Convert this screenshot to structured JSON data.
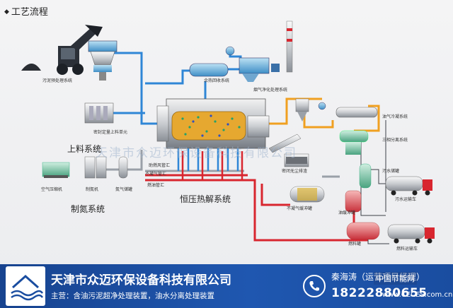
{
  "header": {
    "title": "工艺流程"
  },
  "labels": {
    "pretreat": "污泥预处理系统",
    "feed": "密封定量上料单元",
    "feed_sys": "上料系统",
    "heat_recovery": "余热回收系统",
    "flue_gas": "烟气净化处理系统",
    "oil_cond": "油气冷凝系统",
    "three_phase": "三相分离系统",
    "dirty_tank": "污水储罐",
    "dirty_truck": "污水运输车",
    "combust_pipe": "助燃风管汇",
    "noncond_pipe": "不凝气管汇",
    "fuel_pipe": "燃油管汇",
    "pyrolysis": "恒压热解系统",
    "seal_conv": "密闭无尘排渣",
    "noncond_tank": "不凝气缓冲罐",
    "oil_buffer": "油缓冲罐",
    "fuel_tank": "燃料罐",
    "fuel_truck": "燃料运输车",
    "air_comp": "空气压缩机",
    "nitrogen_mk": "制氮机",
    "n2_tank": "氮气储罐",
    "nitrogen_sys": "制氮系统"
  },
  "watermark": "天津市众迈环保设备科技有限公司",
  "footer": {
    "company": "天津市众迈环保设备科技有限公司",
    "business": "主营：含油污泥超净处理装置，油水分离处理装置",
    "contact": "秦海涛（运营项目经理）",
    "tel": "18222880655",
    "site_mark": "中国节能网",
    "site_url": "www.CECES.com.cn"
  },
  "colors": {
    "blue_line": "#2f86d6",
    "orange_line": "#f0a020",
    "red_line": "#d8262f",
    "gray_line": "#9aa0a8",
    "footer_bg": "#1a4da0"
  }
}
